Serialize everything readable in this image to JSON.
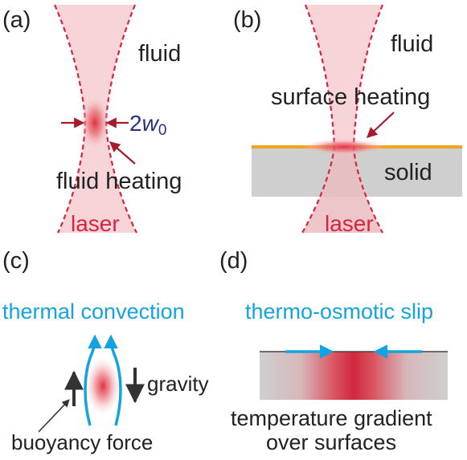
{
  "panels": {
    "a": {
      "tag": "(a)",
      "fluid": "fluid",
      "waist_prefix": "2",
      "waist_w": "w",
      "waist_sub": "0",
      "heating": "fluid heating",
      "laser": "laser"
    },
    "b": {
      "tag": "(b)",
      "fluid": "fluid",
      "heating": "surface heating",
      "solid": "solid",
      "laser": "laser"
    },
    "c": {
      "tag": "(c)",
      "title": "thermal convection",
      "gravity": "gravity",
      "buoyancy": "buoyancy force"
    },
    "d": {
      "tag": "(d)",
      "title": "thermo-osmotic slip",
      "caption_line1": "temperature gradient",
      "caption_line2": "over surfaces"
    }
  },
  "colors": {
    "laser_red": "#d8243e",
    "beam_fill": "#f7d4d7",
    "hot_spot": "#e0313f",
    "surface": "#f2a31b",
    "solid": "#cfcfcf",
    "flow_blue": "#14a3e0",
    "waist_blue": "#2b2e84",
    "text": "#222222"
  }
}
